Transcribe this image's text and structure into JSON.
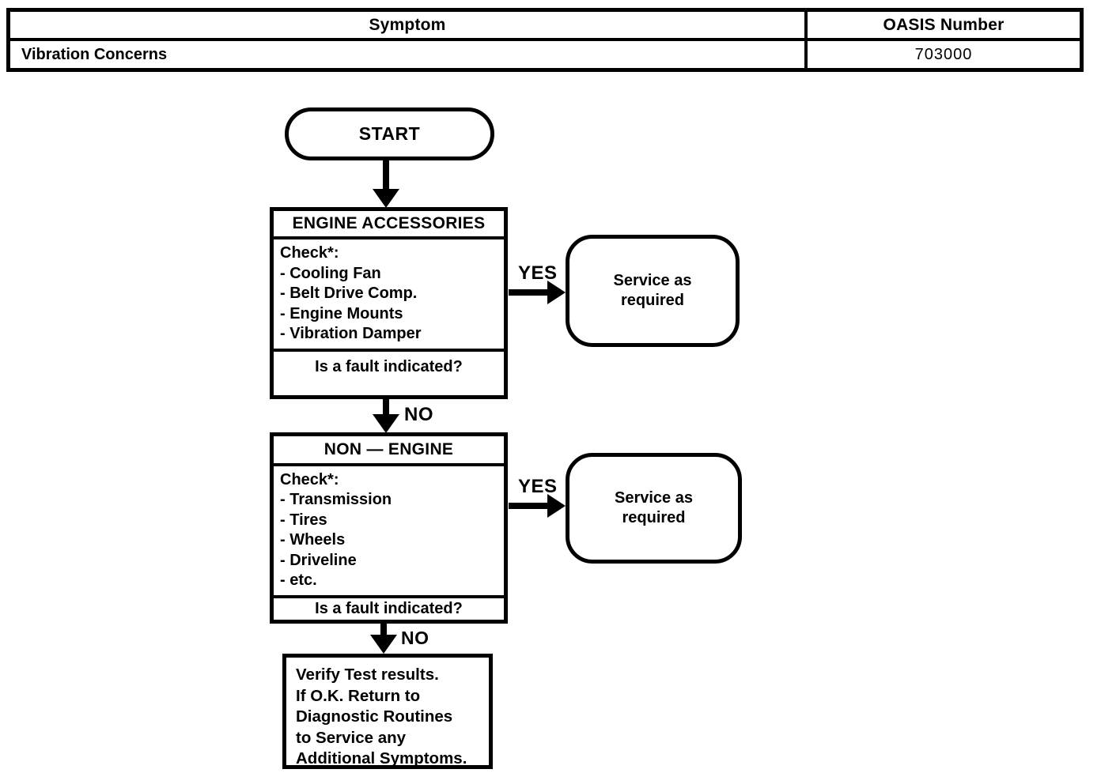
{
  "table": {
    "symptom_header": "Symptom",
    "oasis_header": "OASIS Number",
    "row": {
      "symptom": "Vibration Concerns",
      "oasis_number": "703000"
    }
  },
  "flowchart": {
    "start_label": "START",
    "engine_accessories": {
      "title": "ENGINE ACCESSORIES",
      "check_heading": "Check*:",
      "items": [
        "- Cooling Fan",
        "- Belt Drive Comp.",
        "- Engine Mounts",
        "- Vibration Damper"
      ],
      "question": "Is a fault indicated?",
      "yes_label": "YES",
      "no_label": "NO"
    },
    "non_engine": {
      "title": "NON — ENGINE",
      "check_heading": "Check*:",
      "items": [
        "- Transmission",
        "- Tires",
        "- Wheels",
        "- Driveline",
        "- etc."
      ],
      "question": "Is a fault indicated?",
      "yes_label": "YES",
      "no_label": "NO"
    },
    "service_outcome_1": "Service as required",
    "service_outcome_2": "Service as required",
    "final_box": {
      "lines": [
        "Verify Test results.",
        "If O.K. Return to",
        "Diagnostic Routines",
        "to Service any",
        "Additional Symptoms."
      ]
    }
  },
  "colors": {
    "ink": "#000000",
    "paper": "#ffffff"
  }
}
